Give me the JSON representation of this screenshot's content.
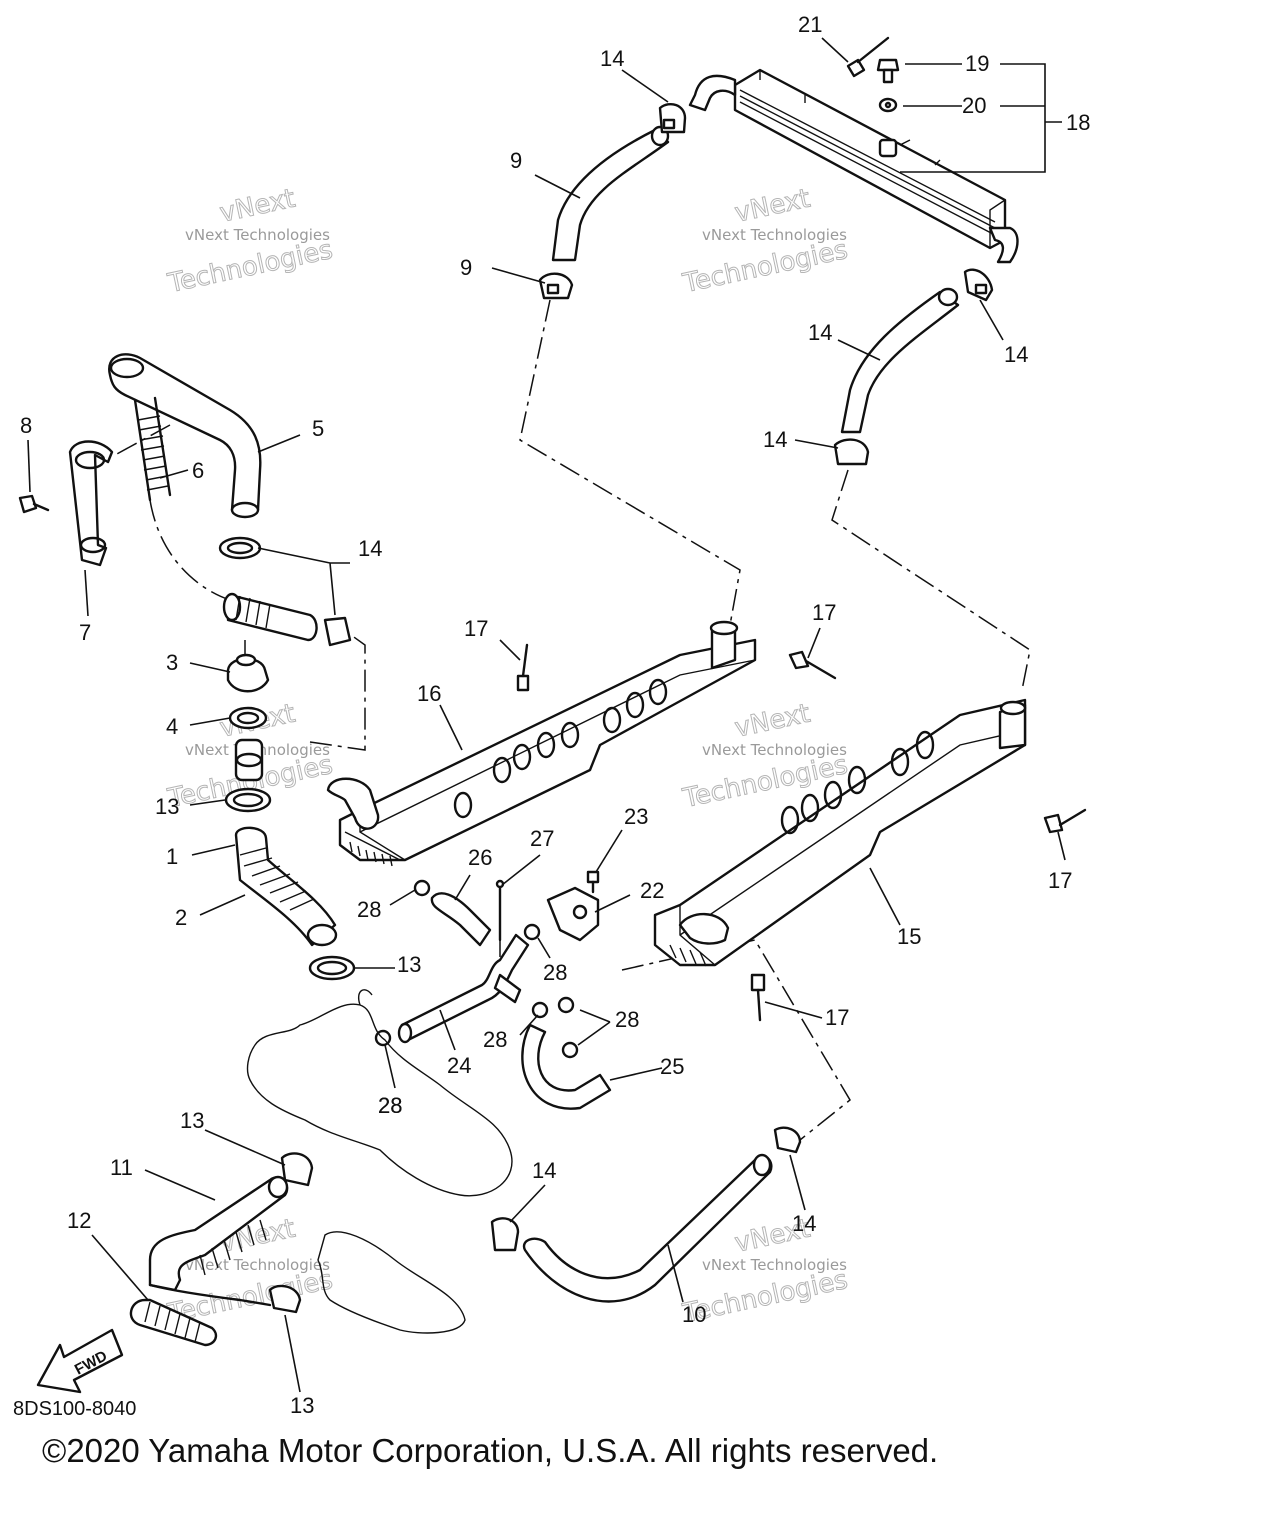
{
  "diagram_code": "8DS100-8040",
  "copyright": "©2020 Yamaha Motor Corporation, U.S.A. All rights reserved.",
  "fwd_label": "FWD",
  "watermark": {
    "line1": "vNext Technologies",
    "line2": "vNext",
    "line3": "Technologies"
  },
  "callouts": [
    "21",
    "19",
    "20",
    "18",
    "14",
    "9",
    "14",
    "9",
    "14",
    "14",
    "8",
    "5",
    "6",
    "14",
    "7",
    "3",
    "17",
    "17",
    "16",
    "4",
    "13",
    "1",
    "27",
    "23",
    "26",
    "22",
    "17",
    "15",
    "28",
    "28",
    "2",
    "13",
    "28",
    "28",
    "28",
    "25",
    "24",
    "28",
    "17",
    "13",
    "14",
    "11",
    "12",
    "14",
    "10",
    "13"
  ]
}
